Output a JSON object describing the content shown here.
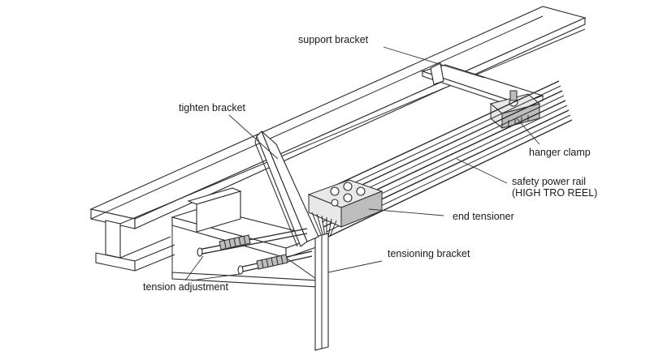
{
  "labels": {
    "support_bracket": "support bracket",
    "tighten_bracket": "tighten bracket",
    "hanger_clamp": "hanger clamp",
    "safety_power_rail_line1": "safety power rail",
    "safety_power_rail_line2": "(HIGH TRO REEL)",
    "end_tensioner": "end tensioner",
    "tensioning_bracket": "tensioning bracket",
    "tension_adjustment": "tension adjustment"
  }
}
